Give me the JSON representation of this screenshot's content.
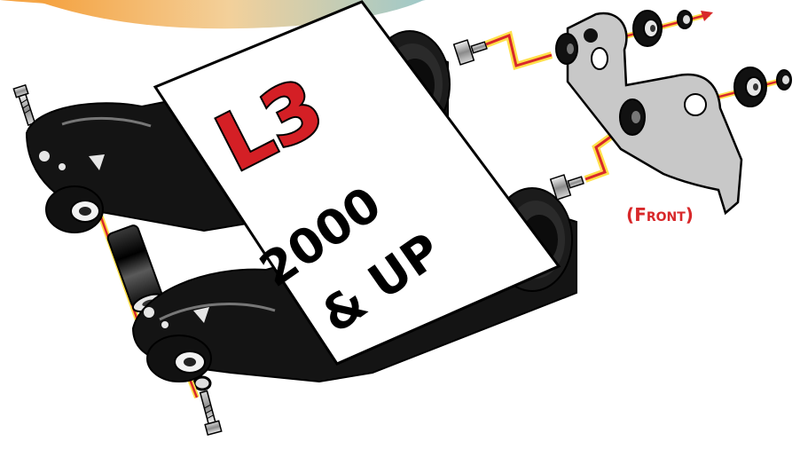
{
  "card": {
    "model": "L3",
    "year_line1": "2000",
    "year_line2": "& UP"
  },
  "annotation": {
    "front": "(Front)"
  },
  "colors": {
    "banner_left": "#f5a03c",
    "banner_mid": "#f3d09a",
    "banner_right": "#9fc9c9",
    "arrow_red": "#d8282a",
    "arrow_glow": "#ffe04a",
    "model_fill": "#d41f25",
    "bracket_gray": "#c8c8c8",
    "part_black": "#151515"
  },
  "icons": [
    "bolt-icon",
    "washer-icon",
    "shock-eye-icon",
    "spacer-icon",
    "shock-body-icon",
    "hex-nut-icon",
    "rubber-bushing-icon",
    "mounting-bracket-icon",
    "assembly-arrow-icon"
  ]
}
